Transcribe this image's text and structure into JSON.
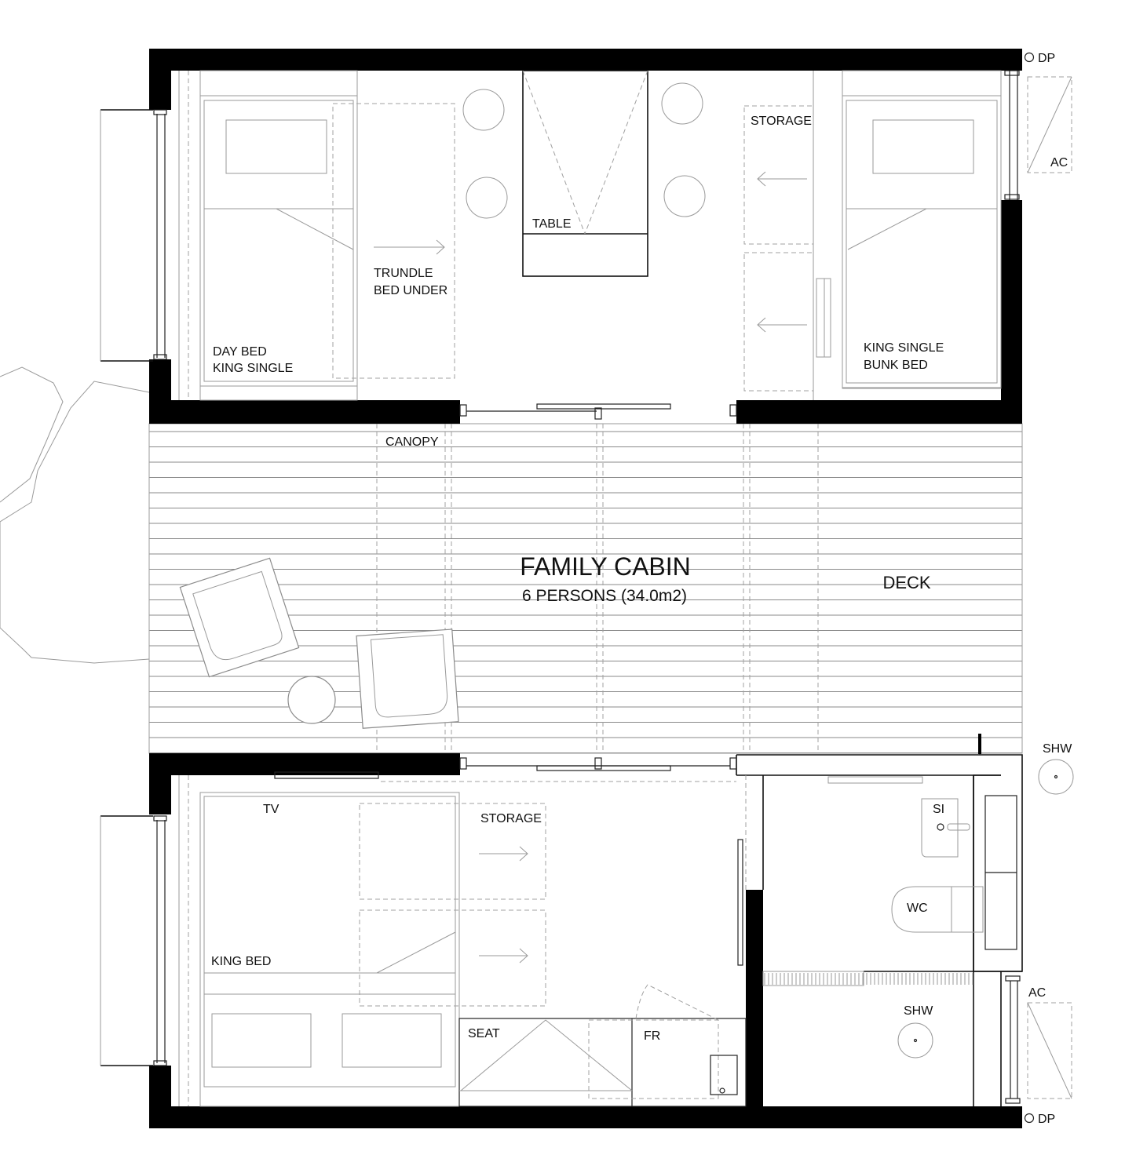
{
  "plan": {
    "title": "FAMILY CABIN",
    "subtitle": "6 PERSONS (34.0m2)",
    "deck_label": "DECK",
    "canopy_label": "CANOPY",
    "top_room": {
      "day_bed_line1": "DAY BED",
      "day_bed_line2": "KING SINGLE",
      "trundle_line1": "TRUNDLE",
      "trundle_line2": "BED UNDER",
      "table": "TABLE",
      "storage": "STORAGE",
      "bunk_line1": "KING SINGLE",
      "bunk_line2": "BUNK BED"
    },
    "bottom_room": {
      "tv": "TV",
      "storage": "STORAGE",
      "king_bed": "KING BED",
      "seat": "SEAT",
      "fridge": "FR"
    },
    "bathroom": {
      "sink": "SI",
      "toilet": "WC",
      "shower": "SHW"
    },
    "exterior": {
      "downpipe_top": "DP",
      "downpipe_bottom": "DP",
      "ac_top": "AC",
      "ac_bottom": "AC",
      "shower_outdoor": "SHW"
    }
  }
}
